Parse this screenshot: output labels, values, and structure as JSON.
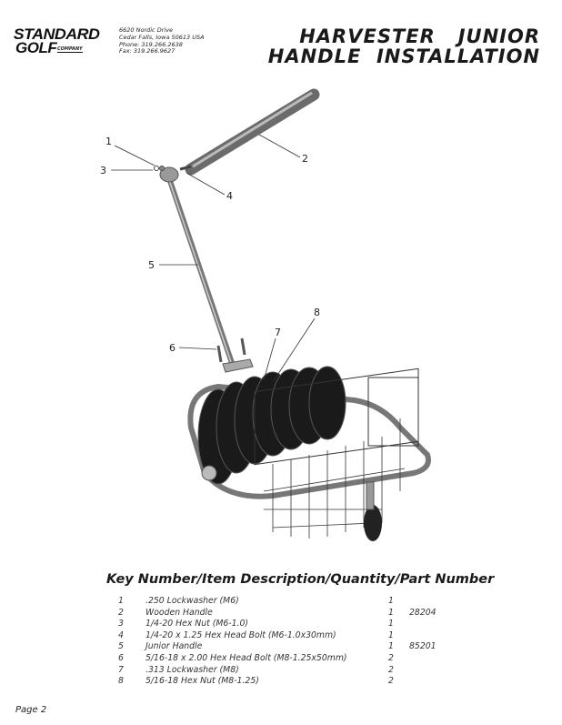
{
  "company": {
    "logo_line1": "STANDARD",
    "logo_line2": "GOLF",
    "logo_company": "COMPANY",
    "address": [
      "6620 Nordic Drive",
      "Cedar Falls, Iowa  50613  USA",
      "Phone: 319.266.2638",
      "Fax: 319.266.9627"
    ]
  },
  "title": {
    "line1": "HARVESTER   JUNIOR",
    "line2": "HANDLE  INSTALLATION"
  },
  "callouts": [
    "1",
    "2",
    "3",
    "4",
    "5",
    "6",
    "7",
    "8"
  ],
  "parts_heading": "Key Number/Item Description/Quantity/Part Number",
  "parts": [
    {
      "key": "1",
      "desc": ".250 Lockwasher (M6)",
      "qty": "1",
      "part": ""
    },
    {
      "key": "2",
      "desc": "Wooden Handle",
      "qty": "1",
      "part": "28204"
    },
    {
      "key": "3",
      "desc": "1/4-20 Hex Nut (M6-1.0)",
      "qty": "1",
      "part": ""
    },
    {
      "key": "4",
      "desc": "1/4-20 x 1.25 Hex Head Bolt (M6-1.0x30mm)",
      "qty": "1",
      "part": ""
    },
    {
      "key": "5",
      "desc": "Junior Handle",
      "qty": "1",
      "part": "85201"
    },
    {
      "key": "6",
      "desc": "5/16-18 x 2.00 Hex Head Bolt (M8-1.25x50mm)",
      "qty": "2",
      "part": ""
    },
    {
      "key": "7",
      "desc": ".313 Lockwasher (M8)",
      "qty": "2",
      "part": ""
    },
    {
      "key": "8",
      "desc": "5/16-18 Hex Nut (M8-1.25)",
      "qty": "2",
      "part": ""
    }
  ],
  "footer": {
    "page": "Page 2"
  }
}
